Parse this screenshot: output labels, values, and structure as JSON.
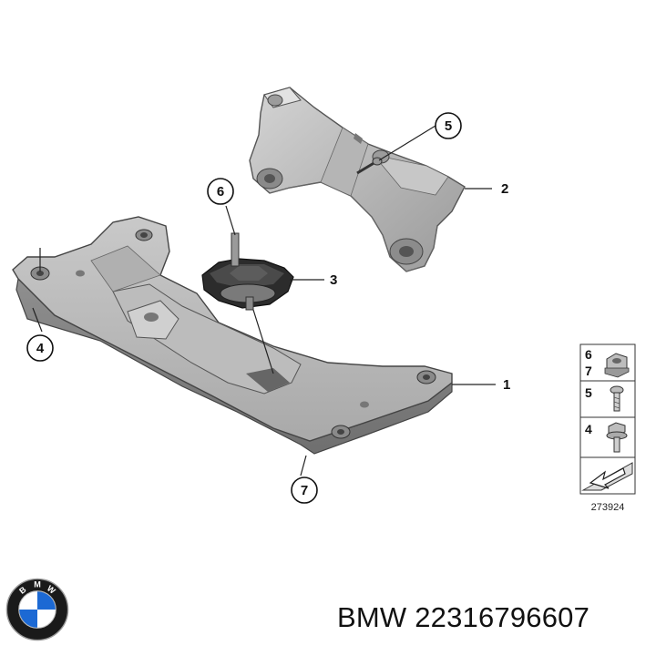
{
  "callouts": [
    {
      "number": "1",
      "part": "transmission-crossmember"
    },
    {
      "number": "2",
      "part": "transmission-mount-bracket"
    },
    {
      "number": "3",
      "part": "rubber-mount"
    },
    {
      "number": "4",
      "part": "hex-bolt"
    },
    {
      "number": "5",
      "part": "bracket-bolt"
    },
    {
      "number": "6",
      "part": "mount-stud-nut"
    },
    {
      "number": "7",
      "part": "collar-nut"
    }
  ],
  "legend": {
    "rows": [
      {
        "numbers": [
          "6",
          "7"
        ],
        "icon": "nut-icon"
      },
      {
        "numbers": [
          "5"
        ],
        "icon": "bolt-icon"
      },
      {
        "numbers": [
          "4"
        ],
        "icon": "flange-bolt-icon"
      },
      {
        "numbers": [],
        "icon": "direction-arrow-icon"
      }
    ],
    "drawing_number": "273924"
  },
  "caption": {
    "brand": "BMW",
    "part_number": "22316796607"
  },
  "logo": {
    "letters": "BMW",
    "icon": "bmw-roundel-icon",
    "colors": {
      "ring": "#1a1a1a",
      "blue": "#1c69d4",
      "white": "#ffffff"
    }
  }
}
